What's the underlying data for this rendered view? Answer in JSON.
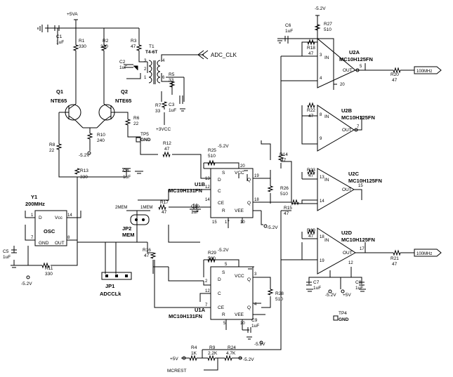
{
  "supplies": {
    "p5va": "+5VA",
    "m52": "-5.2V",
    "p3vcc": "+3VCC",
    "p5v": "+5V",
    "m5v2b": "-5.2V"
  },
  "signals": {
    "adc_clk": "ADC_CLK",
    "out1": "100MHz",
    "out2": "100MHz",
    "mcrest": "MCREST"
  },
  "components": {
    "c1": [
      "C1",
      "1uF"
    ],
    "r1": [
      "R1",
      "330"
    ],
    "r2": [
      "R2",
      "330"
    ],
    "r3": [
      "R3",
      "47"
    ],
    "t1": [
      "T1",
      "T4-6T"
    ],
    "c2": [
      "C2",
      "1uF"
    ],
    "r5": [
      "R5",
      "33"
    ],
    "r7": [
      "R7",
      "33"
    ],
    "c3": [
      "C3",
      "1uF"
    ],
    "q1": [
      "Q1",
      "NTE65"
    ],
    "q2": [
      "Q2",
      "NTE65"
    ],
    "r6": [
      "R6",
      "22"
    ],
    "r10": [
      "R10",
      "240"
    ],
    "r8": [
      "R8",
      "22"
    ],
    "r13": [
      "R13",
      "330"
    ],
    "c4": [
      "C4",
      "1uF"
    ],
    "r12": [
      "R12",
      "47"
    ],
    "r17": [
      "R17",
      "47"
    ],
    "r16": [
      "R16",
      "47"
    ],
    "r11": [
      "R11",
      "330"
    ],
    "c5": [
      "C5",
      "1uF"
    ],
    "r25": [
      "R25",
      "510"
    ],
    "c10": [
      "C10",
      "1uF"
    ],
    "r14": [
      "R14",
      "47"
    ],
    "r26": [
      "R26",
      "510"
    ],
    "r15": [
      "R15",
      "47"
    ],
    "r29": [
      "R29",
      "510"
    ],
    "r28": [
      "R28",
      "510"
    ],
    "c9": [
      "C9",
      "1uF"
    ],
    "c6": [
      "C6",
      "1uF"
    ],
    "r27": [
      "R27",
      "510"
    ],
    "r18": [
      "R18",
      "47"
    ],
    "r20": [
      "R20",
      "47"
    ],
    "r22": [
      "R22",
      "47"
    ],
    "r23": [
      "R23",
      "47"
    ],
    "r19": [
      "R19",
      "47"
    ],
    "r21": [
      "R21",
      "47"
    ],
    "c7": [
      "C7",
      "1uF"
    ],
    "c8": [
      "C8",
      "1uF"
    ],
    "r4": [
      "R4",
      "1K"
    ],
    "r9": [
      "R9",
      "2.2K"
    ],
    "r24": [
      "R24",
      "4.7K"
    ]
  },
  "ics": {
    "u1b": {
      "ref": "U1B",
      "part": "MC10H131FN",
      "pins": {
        "s": "S",
        "d": "D",
        "c": "C",
        "ce": "CE",
        "r": "R",
        "vcc": "VCC",
        "vee": "VEE",
        "q": "Q",
        "qb": "Q"
      }
    },
    "u1a": {
      "ref": "U1A",
      "part": "MC10H131FN",
      "pins": {
        "s": "S",
        "d": "D",
        "c": "C",
        "ce": "CE",
        "r": "R",
        "vcc": "VCC",
        "vee": "VEE",
        "q": "Q",
        "qb": "Q"
      }
    },
    "u2a": {
      "ref": "U2A",
      "part": "MC10H125FN",
      "in": "IN",
      "out": "OUT"
    },
    "u2b": {
      "ref": "U2B",
      "part": "MC10H125FN",
      "in": "IN",
      "out": "OUT"
    },
    "u2c": {
      "ref": "U2C",
      "part": "MC10H125FN",
      "in": "IN",
      "out": "OUT"
    },
    "u2d": {
      "ref": "U2D",
      "part": "MC10H125FN",
      "in": "IN",
      "out": "OUT"
    }
  },
  "osc": {
    "ref": "Y1",
    "freq": "200MHz",
    "name": "OSC",
    "d": "D",
    "vcc": "Vcc",
    "gnd": "GND",
    "out": "OUT"
  },
  "jumpers": {
    "jp1": "JP1",
    "jp1_name": "ADCCLk",
    "jp2": "JP2",
    "jp2_name": "MEM",
    "mem2": "2MEM",
    "mem1": "1MEM"
  },
  "testpoints": {
    "tp5": "TP5",
    "tp5_net": "GND",
    "tp4": "TP4",
    "tp4_net": "GND"
  },
  "pin_numbers": {
    "osc": [
      "1",
      "14",
      "7",
      "8"
    ],
    "t1": [
      "3",
      "2",
      "1",
      "4",
      "6"
    ],
    "u1b": [
      "13",
      "20",
      "19",
      "12",
      "14",
      "18",
      "15",
      "17",
      "10"
    ],
    "u1a": [
      "5",
      "2",
      "3",
      "12",
      "4",
      "7",
      "5",
      "10"
    ],
    "u2a": [
      "3",
      "4",
      "5",
      "20"
    ],
    "u2b": [
      "8",
      "9",
      "7"
    ],
    "u2c": [
      "13",
      "14",
      "15"
    ],
    "u2d": [
      "18",
      "19",
      "17",
      "12"
    ]
  }
}
